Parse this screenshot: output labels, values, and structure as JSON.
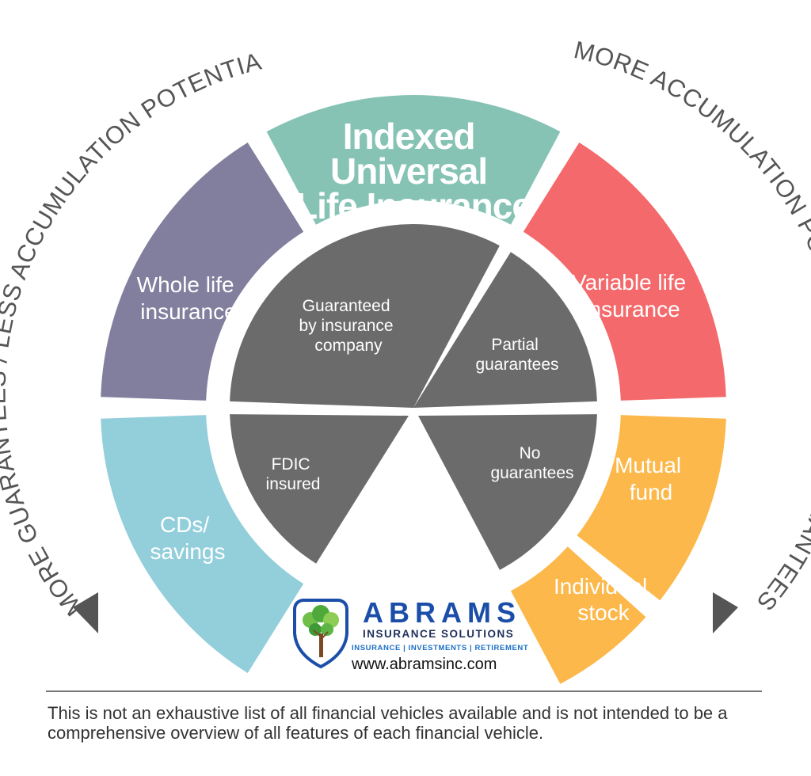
{
  "arc_text": {
    "left": "MORE GUARANTEES / LESS ACCUMULATION POTENTIAL",
    "right": "MORE ACCUMULATION POTENTIAL / LESS GUARANTEES"
  },
  "segments": {
    "featured": {
      "lines": [
        "Indexed",
        "Universal",
        "Life Insurance"
      ],
      "color": "#86c3b5"
    },
    "whole_life": {
      "lines": [
        "Whole life",
        "insurance"
      ],
      "color": "#827f9e"
    },
    "variable_life": {
      "lines": [
        "Variable life",
        "insurance"
      ],
      "color": "#f46a6c"
    },
    "cds_savings": {
      "lines": [
        "CDs/",
        "savings"
      ],
      "color": "#93cedb"
    },
    "mutual_fund": {
      "lines": [
        "Mutual",
        "fund"
      ],
      "color": "#fcb84a"
    },
    "individual_stock": {
      "lines": [
        "Individual",
        "stock"
      ],
      "color": "#fcb84a"
    }
  },
  "inner": {
    "color": "#6b6b6b",
    "guaranteed": [
      "Guaranteed",
      "by insurance",
      "company"
    ],
    "partial": [
      "Partial",
      "guarantees"
    ],
    "fdic": [
      "FDIC",
      "insured"
    ],
    "none": [
      "No",
      "guarantees"
    ]
  },
  "logo": {
    "name": "ABRAMS",
    "subtitle": "INSURANCE SOLUTIONS",
    "tagline": "INSURANCE | INVESTMENTS | RETIREMENT",
    "url": "www.abramsinc.com"
  },
  "disclaimer": "This is not an exhaustive list of all financial vehicles available and is not intended to be a comprehensive overview of all features of each financial vehicle.",
  "colors": {
    "arrow": "#555555",
    "arc_text": "#555555"
  }
}
